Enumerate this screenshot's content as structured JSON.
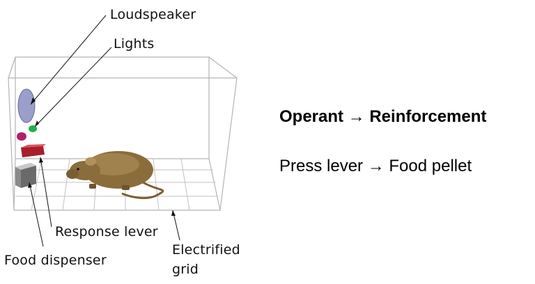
{
  "diagram": {
    "labels": {
      "loudspeaker": "Loudspeaker",
      "lights": "Lights",
      "response_lever": "Response lever",
      "food_dispenser": "Food dispenser",
      "electrified_grid_line1": "Electrified",
      "electrified_grid_line2": "grid"
    }
  },
  "text": {
    "heading": "Operant → Reinforcement",
    "example": "Press lever → Food pellet"
  },
  "colors": {
    "speaker": "#9a9ec8",
    "light_pink": "#b01f6e",
    "light_green": "#22b14c",
    "lever": "#a81e2a",
    "dispenser": "#8a8a8a",
    "rat": "#8a6d3b"
  }
}
